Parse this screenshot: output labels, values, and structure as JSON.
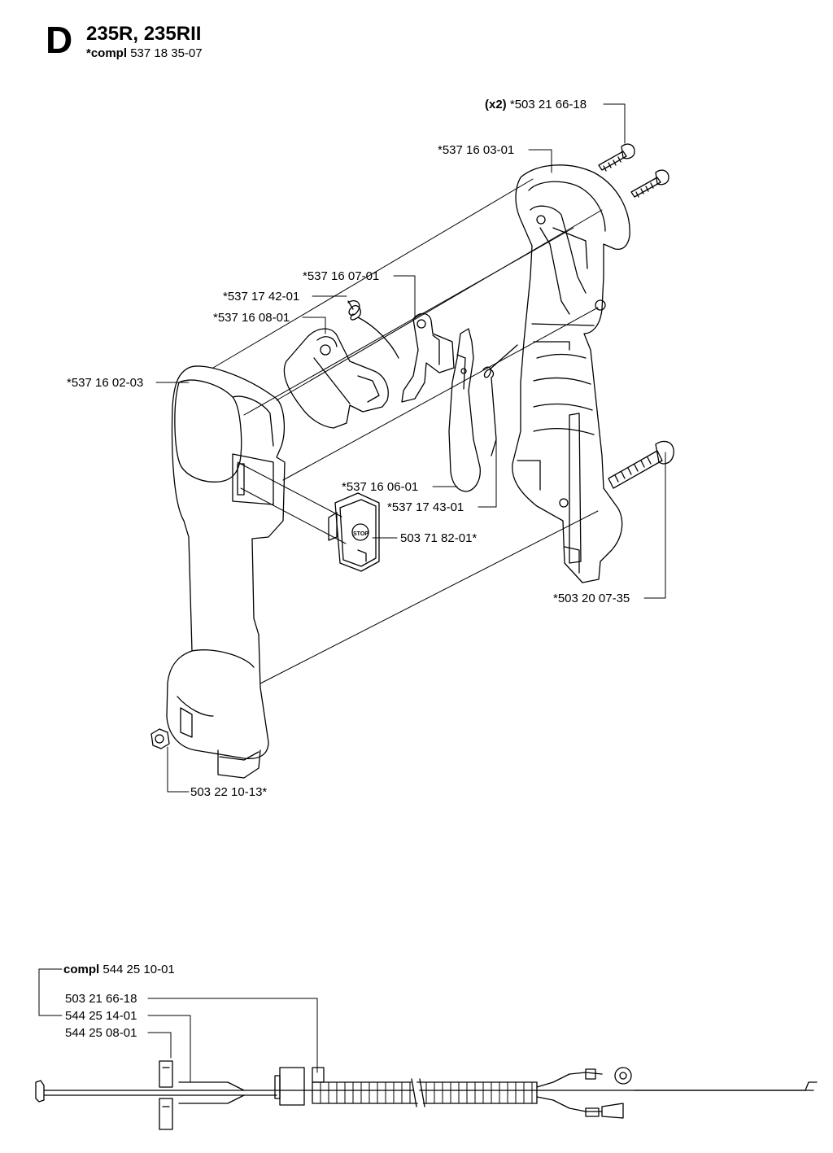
{
  "header": {
    "section": "D",
    "model": "235R, 235RII",
    "compl_prefix": "*compl",
    "compl_number": "537 18 35-07"
  },
  "handle_assembly": {
    "parts": [
      {
        "qty": "(x2)",
        "number": "*503 21 66-18"
      },
      {
        "number": "*537 16 03-01"
      },
      {
        "number": "*537 16 07-01"
      },
      {
        "number": "*537 17 42-01"
      },
      {
        "number": "*537 16 08-01"
      },
      {
        "number": "*537 16 02-03"
      },
      {
        "number": "*537 16 06-01"
      },
      {
        "number": "*537 17 43-01"
      },
      {
        "number": "503 71 82-01*"
      },
      {
        "number": "*503 20 07-35"
      },
      {
        "number": "503 22 10-13*"
      }
    ],
    "switch_marking": "STOP"
  },
  "cable_assembly": {
    "compl_prefix": "compl",
    "compl_number": "544 25 10-01",
    "parts": [
      {
        "number": "503 21 66-18"
      },
      {
        "number": "544 25 14-01"
      },
      {
        "number": "544 25 08-01"
      }
    ]
  }
}
